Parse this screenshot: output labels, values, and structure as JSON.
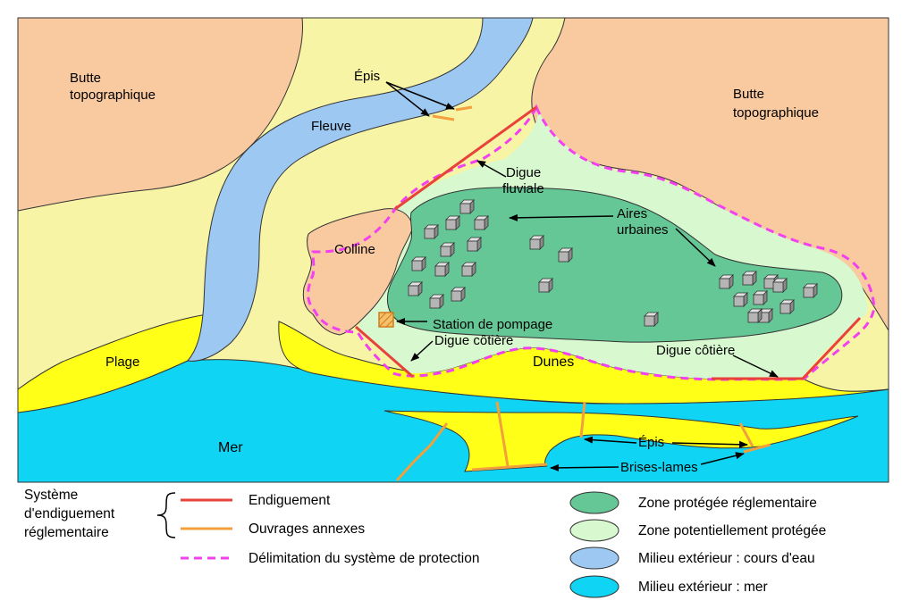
{
  "map": {
    "labels": {
      "butte_left_l1": "Butte",
      "butte_left_l2": "topographique",
      "butte_right_l1": "Butte",
      "butte_right_l2": "topographique",
      "epis_top": "Épis",
      "fleuve": "Fleuve",
      "digue_fluviale_l1": "Digue",
      "digue_fluviale_l2": "fluviale",
      "aires_l1": "Aires",
      "aires_l2": "urbaines",
      "colline": "Colline",
      "station": "Station de pompage",
      "digue_cotiere_left": "Digue côtière",
      "digue_cotiere_right": "Digue côtière",
      "plage": "Plage",
      "dunes": "Dunes",
      "mer": "Mer",
      "epis_bottom": "Épis",
      "brises_lames": "Brises-lames"
    }
  },
  "legend": {
    "system_l1": "Système",
    "system_l2": "d'endiguement",
    "system_l3": "réglementaire",
    "endiguement": "Endiguement",
    "ouvrages": "Ouvrages annexes",
    "delimitation": "Délimitation du système de protection",
    "zone_reglementaire": "Zone protégée réglementaire",
    "zone_potentielle": "Zone potentiellement protégée",
    "cours_eau": "Milieu extérieur : cours d'eau",
    "mer": "Milieu extérieur : mer"
  },
  "colors": {
    "land_yellow": "#f7f4a6",
    "hill_orange": "#f9c9a0",
    "river_blue": "#9cc8f2",
    "sea_cyan": "#0fd4f3",
    "dune_yellow": "#ffff17",
    "protected_dark_green": "#66c796",
    "protected_light_green": "#d8f9cf",
    "dike_red": "#e8423a",
    "annex_orange": "#f2a03d",
    "boundary_magenta": "#f23ff0"
  }
}
